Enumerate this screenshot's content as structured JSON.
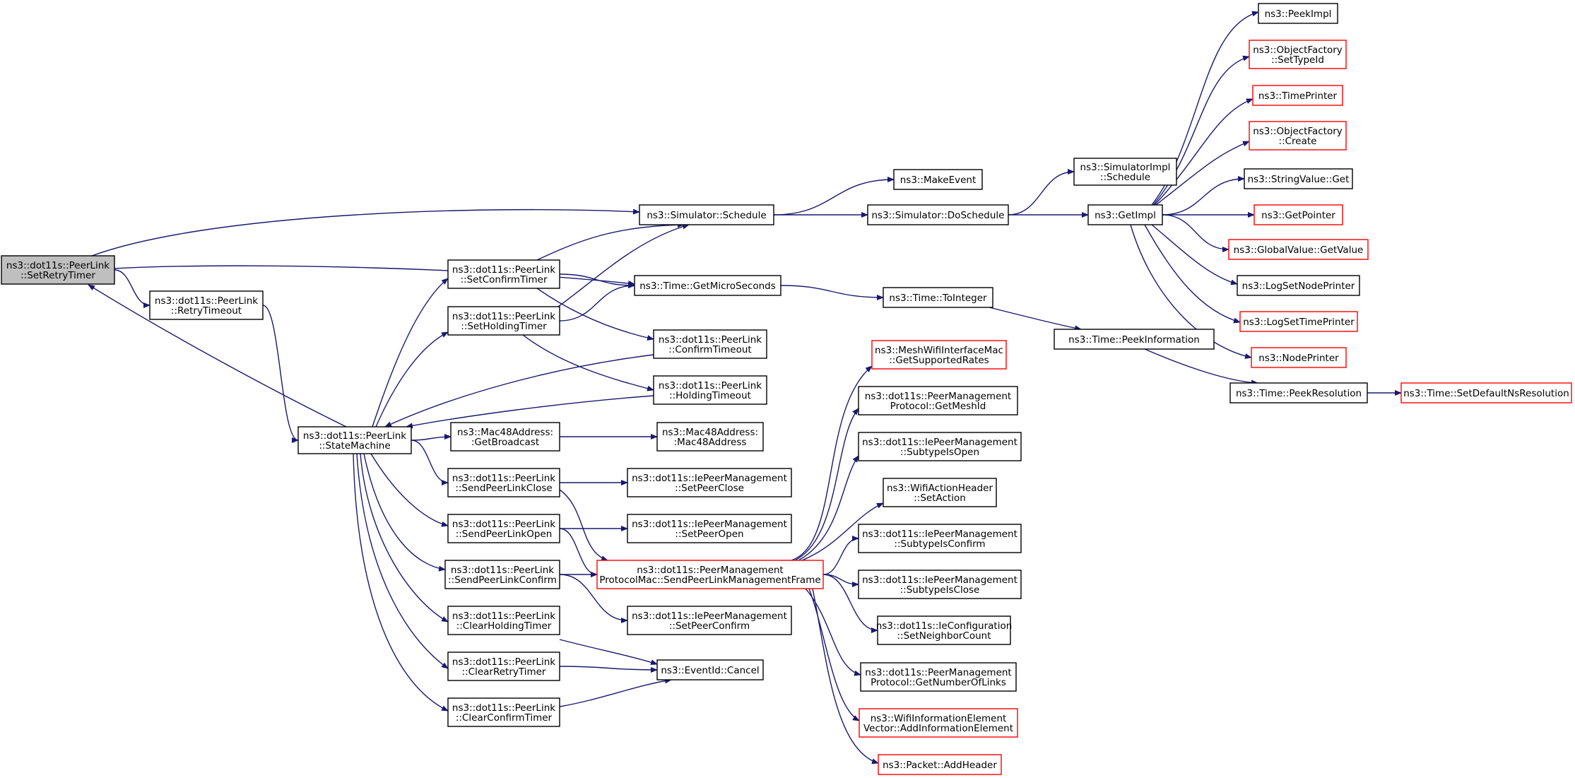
{
  "colors": {
    "edge": "#191970",
    "node_fill": "#ffffff",
    "node_stroke": "#000000",
    "incomplete_stroke": "#ff0000",
    "focus_fill": "#bfbfbf",
    "text": "#000000"
  },
  "nodes": [
    {
      "id": "setretry",
      "lines": [
        "ns3::dot11s::PeerLink",
        "::SetRetryTimer"
      ],
      "style": "focus"
    },
    {
      "id": "retrytimeout",
      "lines": [
        "ns3::dot11s::PeerLink",
        "::RetryTimeout"
      ],
      "style": "normal"
    },
    {
      "id": "statemachine",
      "lines": [
        "ns3::dot11s::PeerLink",
        "::StateMachine"
      ],
      "style": "normal"
    },
    {
      "id": "setconfirm",
      "lines": [
        "ns3::dot11s::PeerLink",
        "::SetConfirmTimer"
      ],
      "style": "normal"
    },
    {
      "id": "setholding",
      "lines": [
        "ns3::dot11s::PeerLink",
        "::SetHoldingTimer"
      ],
      "style": "normal"
    },
    {
      "id": "schedule",
      "lines": [
        "ns3::Simulator::Schedule"
      ],
      "style": "normal"
    },
    {
      "id": "getmicro",
      "lines": [
        "ns3::Time::GetMicroSeconds"
      ],
      "style": "normal"
    },
    {
      "id": "confirmtimeout",
      "lines": [
        "ns3::dot11s::PeerLink",
        "::ConfirmTimeout"
      ],
      "style": "normal"
    },
    {
      "id": "holdingtimeout",
      "lines": [
        "ns3::dot11s::PeerLink",
        "::HoldingTimeout"
      ],
      "style": "normal"
    },
    {
      "id": "getbroadcast",
      "lines": [
        "ns3::Mac48Address:",
        ":GetBroadcast"
      ],
      "style": "normal"
    },
    {
      "id": "mac48",
      "lines": [
        "ns3::Mac48Address:",
        ":Mac48Address"
      ],
      "style": "normal"
    },
    {
      "id": "sendclose",
      "lines": [
        "ns3::dot11s::PeerLink",
        "::SendPeerLinkClose"
      ],
      "style": "normal"
    },
    {
      "id": "setpeerclose",
      "lines": [
        "ns3::dot11s::IePeerManagement",
        "::SetPeerClose"
      ],
      "style": "normal"
    },
    {
      "id": "sendopen",
      "lines": [
        "ns3::dot11s::PeerLink",
        "::SendPeerLinkOpen"
      ],
      "style": "normal"
    },
    {
      "id": "setpeeropen",
      "lines": [
        "ns3::dot11s::IePeerManagement",
        "::SetPeerOpen"
      ],
      "style": "normal"
    },
    {
      "id": "sendconfirm",
      "lines": [
        "ns3::dot11s::PeerLink",
        "::SendPeerLinkConfirm"
      ],
      "style": "normal"
    },
    {
      "id": "sendmgmt",
      "lines": [
        "ns3::dot11s::PeerManagement",
        "ProtocolMac::SendPeerLinkManagementFrame"
      ],
      "style": "incomplete"
    },
    {
      "id": "setpeerconfirm",
      "lines": [
        "ns3::dot11s::IePeerManagement",
        "::SetPeerConfirm"
      ],
      "style": "normal"
    },
    {
      "id": "clearholding",
      "lines": [
        "ns3::dot11s::PeerLink",
        "::ClearHoldingTimer"
      ],
      "style": "normal"
    },
    {
      "id": "clearretry",
      "lines": [
        "ns3::dot11s::PeerLink",
        "::ClearRetryTimer"
      ],
      "style": "normal"
    },
    {
      "id": "clearconfirm",
      "lines": [
        "ns3::dot11s::PeerLink",
        "::ClearConfirmTimer"
      ],
      "style": "normal"
    },
    {
      "id": "cancel",
      "lines": [
        "ns3::EventId::Cancel"
      ],
      "style": "normal"
    },
    {
      "id": "makeevent",
      "lines": [
        "ns3::MakeEvent"
      ],
      "style": "normal"
    },
    {
      "id": "doschedule",
      "lines": [
        "ns3::Simulator::DoSchedule"
      ],
      "style": "normal"
    },
    {
      "id": "toint",
      "lines": [
        "ns3::Time::ToInteger"
      ],
      "style": "normal"
    },
    {
      "id": "implschedule",
      "lines": [
        "ns3::SimulatorImpl",
        "::Schedule"
      ],
      "style": "normal"
    },
    {
      "id": "getimpl",
      "lines": [
        "ns3::GetImpl"
      ],
      "style": "normal"
    },
    {
      "id": "peekinfo",
      "lines": [
        "ns3::Time::PeekInformation"
      ],
      "style": "normal"
    },
    {
      "id": "peekres",
      "lines": [
        "ns3::Time::PeekResolution"
      ],
      "style": "normal"
    },
    {
      "id": "setdefault",
      "lines": [
        "ns3::Time::SetDefaultNsResolution"
      ],
      "style": "incomplete"
    },
    {
      "id": "peekimpl",
      "lines": [
        "ns3::PeekImpl"
      ],
      "style": "normal"
    },
    {
      "id": "settypeid",
      "lines": [
        "ns3::ObjectFactory",
        "::SetTypeId"
      ],
      "style": "incomplete"
    },
    {
      "id": "timeprinter",
      "lines": [
        "ns3::TimePrinter"
      ],
      "style": "incomplete"
    },
    {
      "id": "ofcreate",
      "lines": [
        "ns3::ObjectFactory",
        "::Create"
      ],
      "style": "incomplete"
    },
    {
      "id": "strget",
      "lines": [
        "ns3::StringValue::Get"
      ],
      "style": "normal"
    },
    {
      "id": "getpointer",
      "lines": [
        "ns3::GetPointer"
      ],
      "style": "incomplete"
    },
    {
      "id": "gvgetvalue",
      "lines": [
        "ns3::GlobalValue::GetValue"
      ],
      "style": "incomplete"
    },
    {
      "id": "lognode",
      "lines": [
        "ns3::LogSetNodePrinter"
      ],
      "style": "normal"
    },
    {
      "id": "logtime",
      "lines": [
        "ns3::LogSetTimePrinter"
      ],
      "style": "incomplete"
    },
    {
      "id": "nodeprinter",
      "lines": [
        "ns3::NodePrinter"
      ],
      "style": "incomplete"
    },
    {
      "id": "getsupported",
      "lines": [
        "ns3::MeshWifiInterfaceMac",
        "::GetSupportedRates"
      ],
      "style": "incomplete"
    },
    {
      "id": "getmeshid",
      "lines": [
        "ns3::dot11s::PeerManagement",
        "Protocol::GetMeshId"
      ],
      "style": "normal"
    },
    {
      "id": "subopen",
      "lines": [
        "ns3::dot11s::IePeerManagement",
        "::SubtypeIsOpen"
      ],
      "style": "normal"
    },
    {
      "id": "setaction",
      "lines": [
        "ns3::WifiActionHeader",
        "::SetAction"
      ],
      "style": "normal"
    },
    {
      "id": "subconfirm",
      "lines": [
        "ns3::dot11s::IePeerManagement",
        "::SubtypeIsConfirm"
      ],
      "style": "normal"
    },
    {
      "id": "subclose",
      "lines": [
        "ns3::dot11s::IePeerManagement",
        "::SubtypeIsClose"
      ],
      "style": "normal"
    },
    {
      "id": "setneighbor",
      "lines": [
        "ns3::dot11s::IeConfiguration",
        "::SetNeighborCount"
      ],
      "style": "normal"
    },
    {
      "id": "getnumlinks",
      "lines": [
        "ns3::dot11s::PeerManagement",
        "Protocol::GetNumberOfLinks"
      ],
      "style": "normal"
    },
    {
      "id": "addinfo",
      "lines": [
        "ns3::WifiInformationElement",
        "Vector::AddInformationElement"
      ],
      "style": "incomplete"
    },
    {
      "id": "addheader",
      "lines": [
        "ns3::Packet::AddHeader"
      ],
      "style": "incomplete"
    }
  ],
  "edges": [
    [
      "setretry",
      "schedule"
    ],
    [
      "setretry",
      "getmicro"
    ],
    [
      "setretry",
      "retrytimeout"
    ],
    [
      "retrytimeout",
      "statemachine"
    ],
    [
      "statemachine",
      "setretry"
    ],
    [
      "statemachine",
      "setconfirm"
    ],
    [
      "statemachine",
      "setholding"
    ],
    [
      "confirmtimeout",
      "statemachine"
    ],
    [
      "holdingtimeout",
      "statemachine"
    ],
    [
      "statemachine",
      "getbroadcast"
    ],
    [
      "statemachine",
      "sendclose"
    ],
    [
      "statemachine",
      "sendopen"
    ],
    [
      "statemachine",
      "sendconfirm"
    ],
    [
      "statemachine",
      "clearholding"
    ],
    [
      "statemachine",
      "clearretry"
    ],
    [
      "statemachine",
      "clearconfirm"
    ],
    [
      "setconfirm",
      "schedule"
    ],
    [
      "setconfirm",
      "getmicro"
    ],
    [
      "setconfirm",
      "confirmtimeout"
    ],
    [
      "setholding",
      "schedule"
    ],
    [
      "setholding",
      "getmicro"
    ],
    [
      "setholding",
      "holdingtimeout"
    ],
    [
      "getbroadcast",
      "mac48"
    ],
    [
      "sendclose",
      "setpeerclose"
    ],
    [
      "sendclose",
      "sendmgmt"
    ],
    [
      "sendopen",
      "setpeeropen"
    ],
    [
      "sendopen",
      "sendmgmt"
    ],
    [
      "sendconfirm",
      "sendmgmt"
    ],
    [
      "sendconfirm",
      "setpeerconfirm"
    ],
    [
      "clearholding",
      "cancel"
    ],
    [
      "clearretry",
      "cancel"
    ],
    [
      "clearconfirm",
      "cancel"
    ],
    [
      "schedule",
      "makeevent"
    ],
    [
      "schedule",
      "doschedule"
    ],
    [
      "getmicro",
      "toint"
    ],
    [
      "doschedule",
      "implschedule"
    ],
    [
      "doschedule",
      "getimpl"
    ],
    [
      "toint",
      "peekinfo"
    ],
    [
      "peekinfo",
      "peekres"
    ],
    [
      "peekres",
      "setdefault"
    ],
    [
      "getimpl",
      "peekimpl"
    ],
    [
      "getimpl",
      "settypeid"
    ],
    [
      "getimpl",
      "timeprinter"
    ],
    [
      "getimpl",
      "ofcreate"
    ],
    [
      "getimpl",
      "strget"
    ],
    [
      "getimpl",
      "getpointer"
    ],
    [
      "getimpl",
      "gvgetvalue"
    ],
    [
      "getimpl",
      "lognode"
    ],
    [
      "getimpl",
      "logtime"
    ],
    [
      "getimpl",
      "nodeprinter"
    ],
    [
      "sendmgmt",
      "getsupported"
    ],
    [
      "sendmgmt",
      "getmeshid"
    ],
    [
      "sendmgmt",
      "subopen"
    ],
    [
      "sendmgmt",
      "setaction"
    ],
    [
      "sendmgmt",
      "subconfirm"
    ],
    [
      "sendmgmt",
      "subclose"
    ],
    [
      "sendmgmt",
      "setneighbor"
    ],
    [
      "sendmgmt",
      "getnumlinks"
    ],
    [
      "sendmgmt",
      "addinfo"
    ],
    [
      "sendmgmt",
      "addheader"
    ]
  ]
}
